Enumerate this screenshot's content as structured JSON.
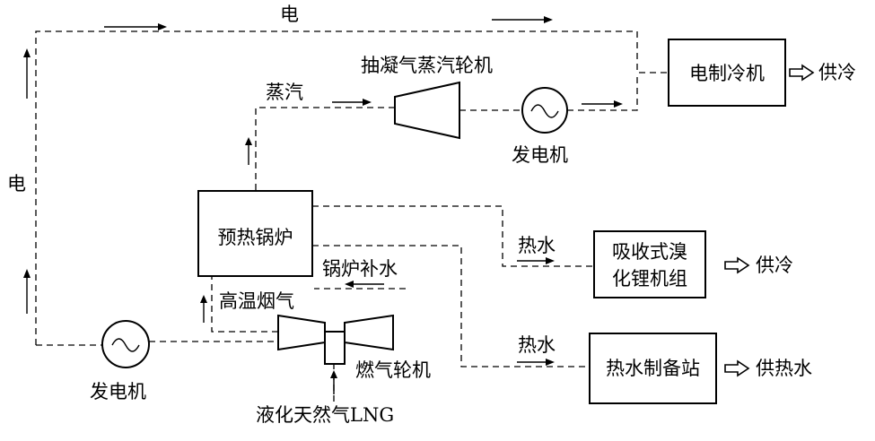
{
  "labels": {
    "electricity_top": "电",
    "electricity_left": "电",
    "steam": "蒸汽",
    "hot_water_1": "热水",
    "hot_water_2": "热水",
    "boiler_makeup": "锅炉补水",
    "hot_flue_gas": "高温烟气",
    "lng": "液化天然气LNG",
    "gas_turbine": "燃气轮机",
    "steam_turbine": "抽凝气蒸汽轮机",
    "generator_right": "发电机",
    "generator_left": "发电机"
  },
  "boxes": {
    "electric_chiller": "电制冷机",
    "boiler": "预热锅炉",
    "absorption_line1": "吸收式溴",
    "absorption_line2": "化锂机组",
    "hot_water_station": "热水制备站"
  },
  "outputs": {
    "cooling_1": "供冷",
    "cooling_2": "供冷",
    "heating": "供热水"
  }
}
